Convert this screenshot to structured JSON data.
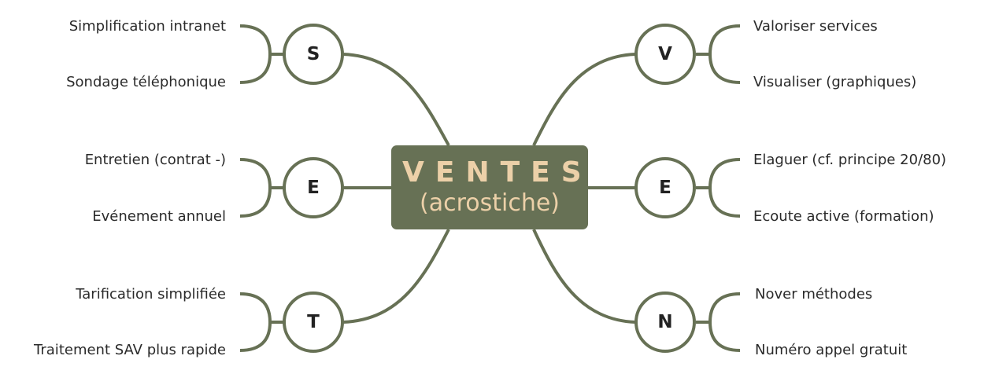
{
  "center": {
    "title": "VENTES",
    "subtitle": "(acrostiche)"
  },
  "colors": {
    "line": "#677155",
    "center_text": "#ecd0a8"
  },
  "branches": [
    {
      "letter": "S",
      "side": "left",
      "items": [
        "Simplification intranet",
        "Sondage téléphonique"
      ]
    },
    {
      "letter": "E",
      "side": "left",
      "items": [
        "Entretien (contrat -)",
        "Evénement annuel"
      ]
    },
    {
      "letter": "T",
      "side": "left",
      "items": [
        "Tarification simplifiée",
        "Traitement SAV plus rapide"
      ]
    },
    {
      "letter": "V",
      "side": "right",
      "items": [
        "Valoriser services",
        "Visualiser (graphiques)"
      ]
    },
    {
      "letter": "E",
      "side": "right",
      "items": [
        "Elaguer (cf. principe 20/80)",
        "Ecoute active (formation)"
      ]
    },
    {
      "letter": "N",
      "side": "right",
      "items": [
        "Nover méthodes",
        "Numéro appel gratuit"
      ]
    }
  ]
}
